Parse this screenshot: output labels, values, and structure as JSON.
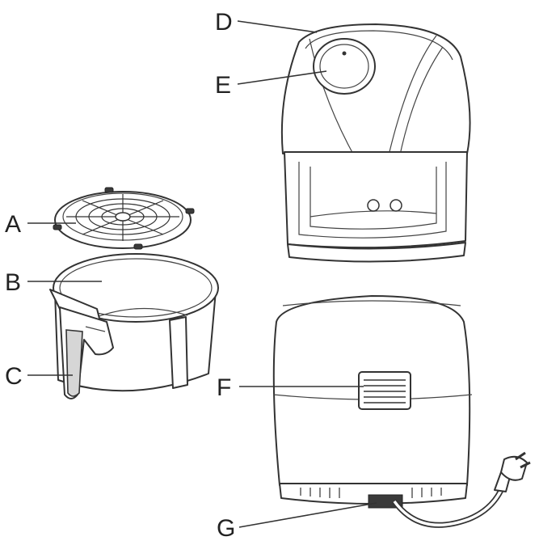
{
  "labels": {
    "a": "A",
    "b": "B",
    "c": "C",
    "d": "D",
    "e": "E",
    "f": "F",
    "g": "G"
  }
}
